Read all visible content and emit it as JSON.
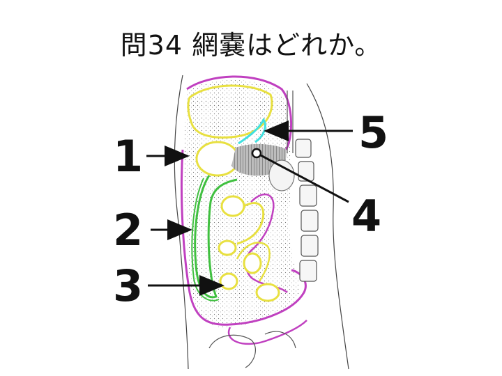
{
  "slide": {
    "title": "問34 網嚢はどれか。"
  },
  "labels": {
    "l1": "1",
    "l2": "2",
    "l3": "3",
    "l4": "4",
    "l5": "5"
  },
  "colors": {
    "peritoneum_outline": "#c040c0",
    "organ_outline": "#e8e040",
    "omentum_green": "#40c040",
    "bursa_cyan": "#40e0e0",
    "hatch": "#555555",
    "ink": "#333333"
  }
}
